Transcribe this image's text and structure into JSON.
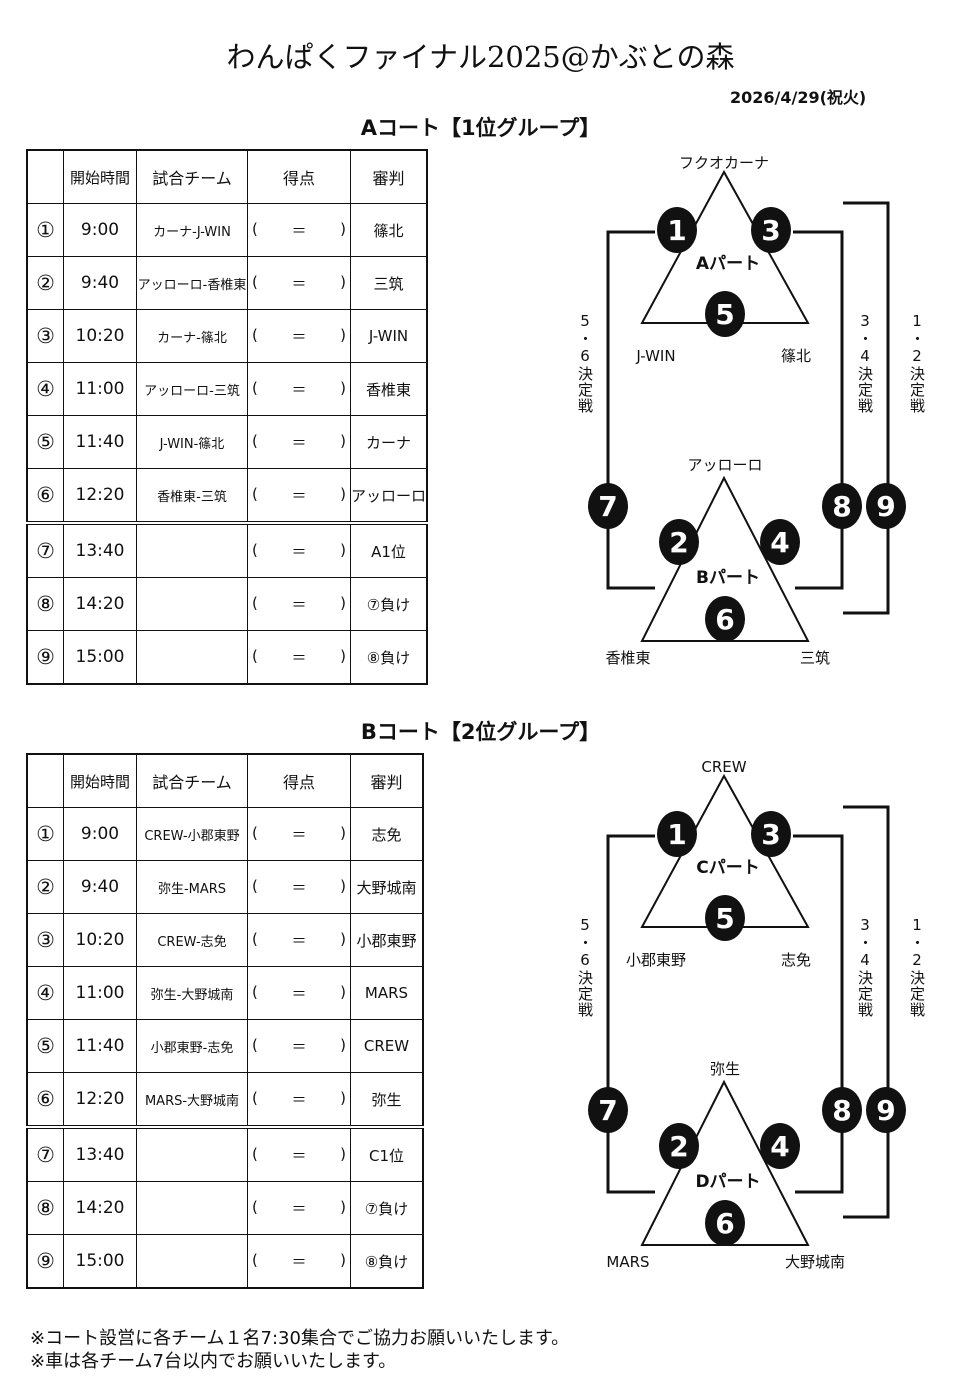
{
  "title": "わんぱくファイナル2025@かぶとの森",
  "date": "2026/4/29(祝火)",
  "table_headers": [
    "",
    "開始時間",
    "試合チーム",
    "得点",
    "審判"
  ],
  "score_parts": [
    "(",
    "＝",
    ")"
  ],
  "courts": [
    {
      "heading": "Aコート【1位グループ】",
      "rows": [
        {
          "no": "①",
          "time": "9:00",
          "match": "カーナ-J-WIN",
          "referee": "篠北"
        },
        {
          "no": "②",
          "time": "9:40",
          "match": "アッローロ-香椎東",
          "referee": "三筑"
        },
        {
          "no": "③",
          "time": "10:20",
          "match": "カーナ-篠北",
          "referee": "J-WIN"
        },
        {
          "no": "④",
          "time": "11:00",
          "match": "アッローロ-三筑",
          "referee": "香椎東"
        },
        {
          "no": "⑤",
          "time": "11:40",
          "match": "J-WIN-篠北",
          "referee": "カーナ"
        },
        {
          "no": "⑥",
          "time": "12:20",
          "match": "香椎東-三筑",
          "referee": "アッローロ"
        },
        {
          "no": "⑦",
          "time": "13:40",
          "match": "",
          "referee": "A1位"
        },
        {
          "no": "⑧",
          "time": "14:20",
          "match": "",
          "referee": "⑦負け"
        },
        {
          "no": "⑨",
          "time": "15:00",
          "match": "",
          "referee": "⑧負け"
        }
      ],
      "diagram": {
        "top_part": {
          "label": "Aパート",
          "top": "フクオカーナ",
          "left": "J-WIN",
          "right": "篠北"
        },
        "bottom_part": {
          "label": "Bパート",
          "top": "アッローロ",
          "left": "香椎東",
          "right": "三筑"
        },
        "labels": {
          "left": "5・6決定戦",
          "mid": "3・4決定戦",
          "right": "1・2決定戦"
        }
      }
    },
    {
      "heading": "Bコート【2位グループ】",
      "rows": [
        {
          "no": "①",
          "time": "9:00",
          "match": "CREW-小郡東野",
          "referee": "志免"
        },
        {
          "no": "②",
          "time": "9:40",
          "match": "弥生-MARS",
          "referee": "大野城南"
        },
        {
          "no": "③",
          "time": "10:20",
          "match": "CREW-志免",
          "referee": "小郡東野"
        },
        {
          "no": "④",
          "time": "11:00",
          "match": "弥生-大野城南",
          "referee": "MARS"
        },
        {
          "no": "⑤",
          "time": "11:40",
          "match": "小郡東野-志免",
          "referee": "CREW"
        },
        {
          "no": "⑥",
          "time": "12:20",
          "match": "MARS-大野城南",
          "referee": "弥生"
        },
        {
          "no": "⑦",
          "time": "13:40",
          "match": "",
          "referee": "C1位"
        },
        {
          "no": "⑧",
          "time": "14:20",
          "match": "",
          "referee": "⑦負け"
        },
        {
          "no": "⑨",
          "time": "15:00",
          "match": "",
          "referee": "⑧負け"
        }
      ],
      "diagram": {
        "top_part": {
          "label": "Cパート",
          "top": "CREW",
          "left": "小郡東野",
          "right": "志免"
        },
        "bottom_part": {
          "label": "Dパート",
          "top": "弥生",
          "left": "MARS",
          "right": "大野城南"
        },
        "labels": {
          "left": "5・6決定戦",
          "mid": "3・4決定戦",
          "right": "1・2決定戦"
        }
      }
    }
  ],
  "game_numbers": [
    "1",
    "2",
    "3",
    "4",
    "5",
    "6",
    "7",
    "8",
    "9"
  ],
  "notes": [
    "※コート設営に各チーム１名7:30集合でご協力お願いいたします。",
    "※車は各チーム7台以内でお願いいたします。"
  ]
}
